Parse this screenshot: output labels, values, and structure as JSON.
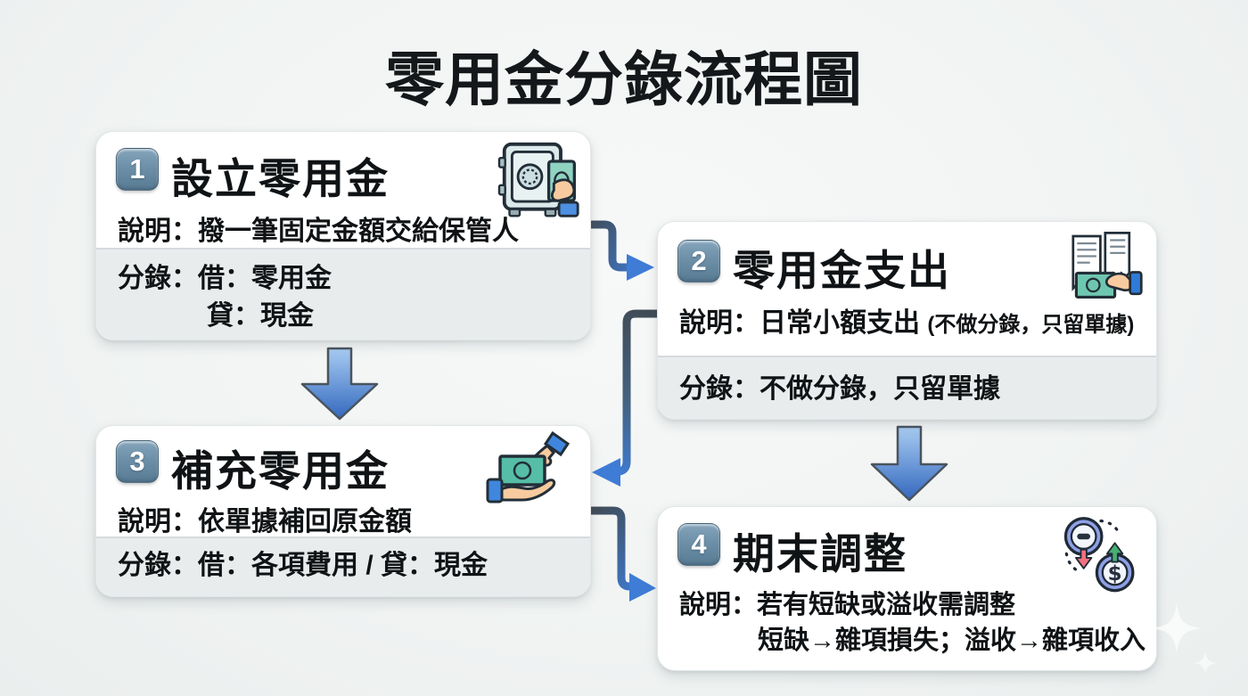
{
  "title": "零用金分錄流程圖",
  "boxes": {
    "box1": {
      "number": "1",
      "title": "設立零用金",
      "desc": "說明：撥一筆固定金額交給保管人",
      "entry_line1": "分錄：借：零用金",
      "entry_line2": "貸：現金",
      "icon": "safe-with-cash"
    },
    "box2": {
      "number": "2",
      "title": "零用金支出",
      "desc_main": "說明：日常小額支出 ",
      "desc_note": "(不做分錄，只留單據)",
      "entry_line1": "分錄：不做分錄，只留單據",
      "icon": "receipts-with-cash"
    },
    "box3": {
      "number": "3",
      "title": "補充零用金",
      "desc": "說明：依單據補回原金額",
      "entry_line1": "分錄：借：各項費用 / 貸：現金",
      "icon": "hand-giving-cash"
    },
    "box4": {
      "number": "4",
      "title": "期末調整",
      "desc_line1": "說明：若有短缺或溢收需調整",
      "desc_line2": "短缺→雜項損失；溢收→雜項收入",
      "icon": "shortage-overage-adjustment"
    }
  },
  "connections": [
    {
      "from": "1",
      "to": "2",
      "style": "elbow-right-down"
    },
    {
      "from": "1",
      "to": "3",
      "style": "block-arrow-down"
    },
    {
      "from": "2",
      "to": "3",
      "style": "elbow-left-down"
    },
    {
      "from": "2",
      "to": "4",
      "style": "block-arrow-down"
    },
    {
      "from": "3",
      "to": "4",
      "style": "elbow-right-down"
    }
  ],
  "colors": {
    "arrow_blue": "#3e7cd6",
    "arrow_slate": "#414b55",
    "badge_blue": "#6d90a8",
    "money_green": "#56bda6",
    "entry_section_gray": "#e9eced",
    "background": "#f1f4f3"
  }
}
